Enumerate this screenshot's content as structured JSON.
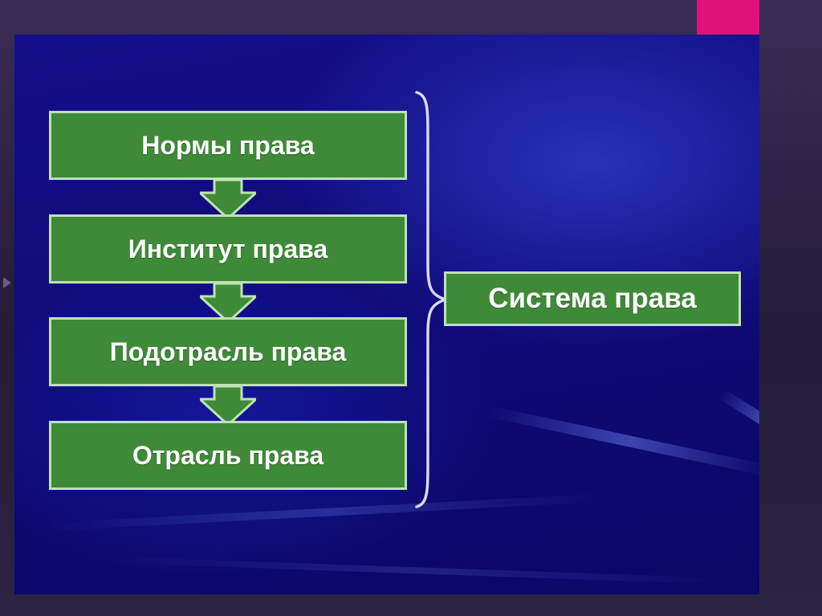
{
  "diagram": {
    "levels": [
      {
        "label": "Нормы права"
      },
      {
        "label": "Институт права"
      },
      {
        "label": "Подотрасль права"
      },
      {
        "label": "Отрасль права"
      }
    ],
    "result": {
      "label": "Система права"
    }
  },
  "colors": {
    "box_fill": "#3f8a38",
    "box_border": "#bfe2b0",
    "slide_blue": "#0f0a7a",
    "accent": "#e0127a",
    "frame": "#2b2142"
  },
  "icons": {
    "arrow": "down-arrow-icon",
    "brace": "right-curly-brace-icon",
    "marker": "triangle-bullet-icon"
  }
}
